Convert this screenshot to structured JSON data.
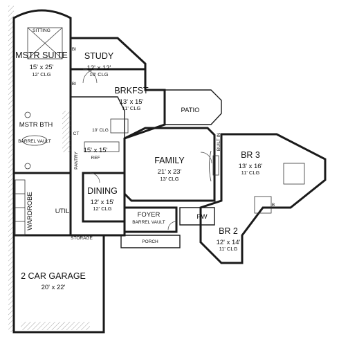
{
  "rooms": {
    "sitting": {
      "name": "SITTING"
    },
    "mstr_suite": {
      "name": "MSTR SUITE",
      "dims": "15' x 25'",
      "clg": "12' CLG"
    },
    "study": {
      "name": "STUDY",
      "dims": "12' x 12'",
      "clg": "10' CLG"
    },
    "bi_1": {
      "name": "BI"
    },
    "bi_2": {
      "name": "BI"
    },
    "brkfst": {
      "name": "BRKFST",
      "dims": "13' x 15'",
      "clg": "11' CLG"
    },
    "patio": {
      "name": "PATIO"
    },
    "mstr_bth": {
      "name": "MSTR BTH"
    },
    "barrel_vault": {
      "name": "BARREL VAULT"
    },
    "wic": {
      "name": "CT"
    },
    "kitchen": {
      "name": "",
      "dims": "15' x 15'",
      "clg": "10' CLG"
    },
    "ref": {
      "name": "REF"
    },
    "pantry": {
      "name": "PANTRY"
    },
    "family": {
      "name": "FAMILY",
      "dims": "21' x 23'",
      "clg": "13' CLG"
    },
    "built_in": {
      "name": "BUILT IN"
    },
    "br3": {
      "name": "BR 3",
      "dims": "13' x 16'",
      "clg": "11' CLG"
    },
    "dining": {
      "name": "DINING",
      "dims": "12' x 15'",
      "clg": "12' CLG"
    },
    "wardrobe": {
      "name": "WARDROBE"
    },
    "util": {
      "name": "UTIL"
    },
    "foyer": {
      "name": "FOYER",
      "clg": "BARREL VAULT"
    },
    "pw": {
      "name": "PW"
    },
    "br2": {
      "name": "BR 2",
      "dims": "12' x 14'",
      "clg": "11' CLG"
    },
    "porch": {
      "name": "PORCH"
    },
    "storage": {
      "name": "STORAGE"
    },
    "garage": {
      "name": "2 CAR GARAGE",
      "dims": "20' x 22'"
    },
    "b_label": {
      "name": "B"
    }
  }
}
